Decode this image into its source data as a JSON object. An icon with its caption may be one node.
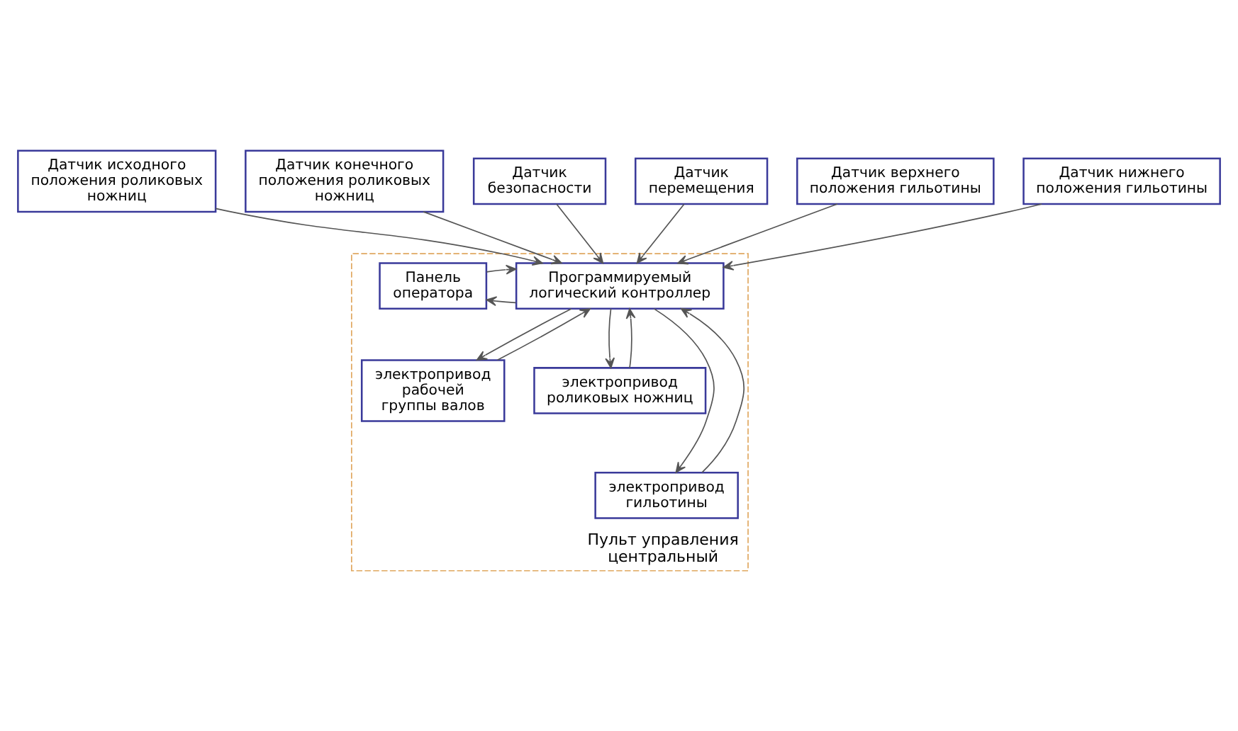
{
  "diagram": {
    "nodes": [
      {
        "text": [
          "Датчик исходного положения роликовых ножниц"
        ]
      },
      {
        "text": [
          "Датчик конечного положения роликовых ножниц"
        ]
      },
      {
        "text": [
          "Датчик",
          "безопасности"
        ]
      },
      {
        "text": [
          "Датчик",
          "перемещения"
        ]
      },
      {
        "text": [
          "Датчик верхнего положения гильотины"
        ]
      },
      {
        "text": [
          "Датчик нижнего положения гильотины"
        ]
      },
      {
        "text": [
          "Пульт управления центральный"
        ]
      },
      {
        "text": [
          "Программируемый логический контроллер"
        ],
        "in": 6
      },
      {
        "text": [
          "Панель",
          "оператора"
        ],
        "in": 6
      },
      {
        "text": [
          "электропривод",
          "рабочей",
          "группы валов"
        ],
        "in": 6
      },
      {
        "text": [
          "электропривод",
          "роликовых ножниц"
        ],
        "in": 6
      },
      {
        "text": [
          "электропривод",
          "гильотины"
        ],
        "in": 6
      }
    ],
    "edges": [
      {
        "from": 0,
        "to": 7,
        "arrow": "to"
      },
      {
        "from": 1,
        "to": 7,
        "arrow": "to"
      },
      {
        "from": 2,
        "to": 7,
        "arrow": "to"
      },
      {
        "from": 3,
        "to": 7,
        "arrow": "to"
      },
      {
        "from": 4,
        "to": 7,
        "arrow": "to"
      },
      {
        "from": 5,
        "to": 7,
        "arrow": "to"
      },
      {
        "from": 7,
        "to": 8,
        "arrow": "to"
      },
      {
        "from": 8,
        "to": 7,
        "arrow": "to"
      },
      {
        "from": 7,
        "to": 9,
        "arrow": "to"
      },
      {
        "from": 9,
        "to": 7,
        "arrow": "to"
      },
      {
        "from": 7,
        "to": 11,
        "arrow": "to"
      },
      {
        "from": 11,
        "to": 7,
        "arrow": "to"
      },
      {
        "from": 7,
        "to": 10,
        "arrow": "to"
      },
      {
        "from": 10,
        "to": 7,
        "arrow": "to"
      }
    ]
  }
}
